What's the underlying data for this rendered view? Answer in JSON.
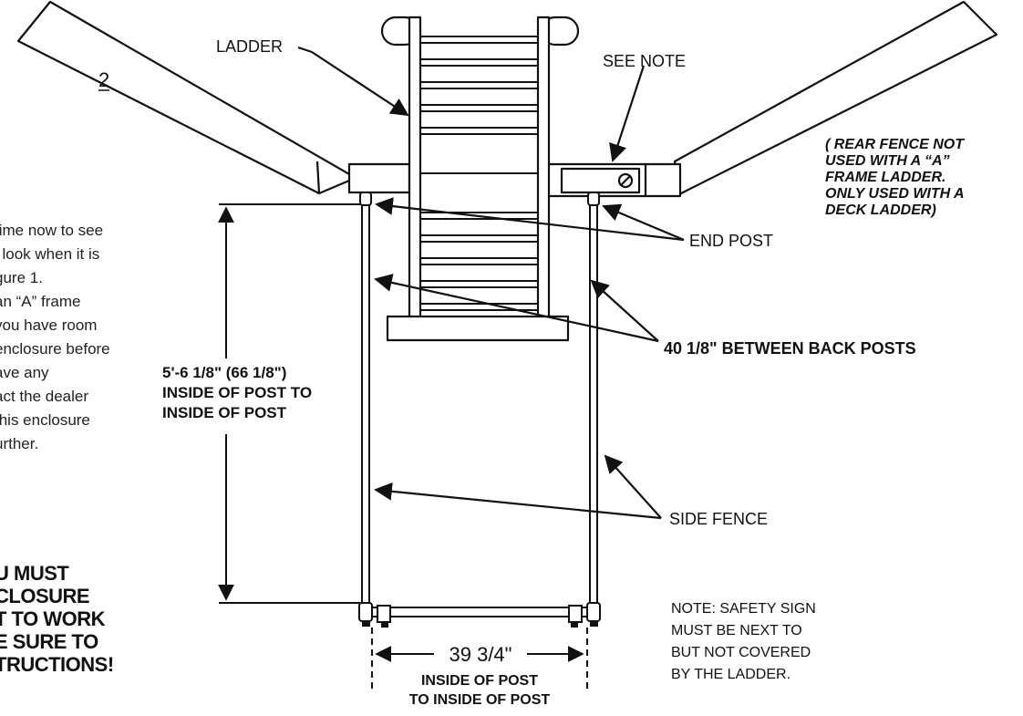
{
  "page_number": "2",
  "callouts": {
    "ladder": "LADDER",
    "see_note": "SEE NOTE",
    "end_post": "END POST",
    "between_back_posts": "40 1/8\" BETWEEN BACK POSTS",
    "side_fence": "SIDE FENCE"
  },
  "rear_fence_note": [
    "( REAR FENCE NOT",
    "USED WITH A “A”",
    "FRAME LADDER.",
    "ONLY USED WITH A",
    "DECK LADDER)"
  ],
  "dimension_left": [
    "5'-6 1/8\"  (66 1/8\")",
    "INSIDE OF POST TO",
    "INSIDE OF POST"
  ],
  "dimension_bottom": {
    "value": "39 3/4\"",
    "lines": [
      "INSIDE OF POST",
      "TO INSIDE OF POST"
    ]
  },
  "safety_note": [
    "NOTE: SAFETY SIGN",
    "MUST BE NEXT TO",
    "BUT NOT COVERED",
    "BY THE LADDER."
  ],
  "left_body_text": [
    "time now to see",
    "l look when it is",
    "gure 1.",
    "an “A” frame",
    "you have room",
    "enclosure before",
    "ave any",
    "act the dealer",
    "this enclosure",
    "urther."
  ],
  "warning_text": [
    "U MUST",
    "CLOSURE",
    "T TO WORK",
    "E SURE TO",
    "TRUCTIONS!"
  ]
}
